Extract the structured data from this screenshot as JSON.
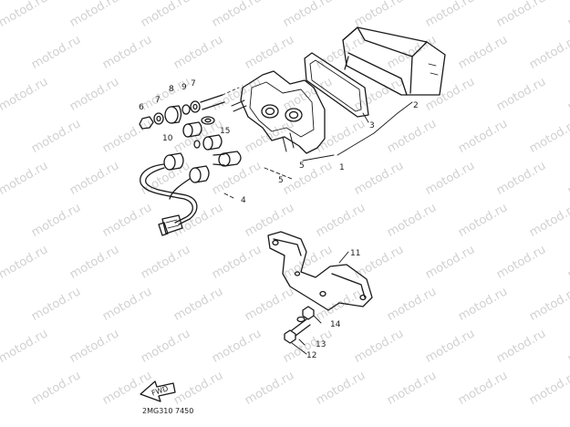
{
  "watermark": "motod.ru",
  "part_numbers": {
    "p1": "1",
    "p2": "2",
    "p3": "3",
    "p4": "4",
    "p5a": "5",
    "p5b": "5",
    "p6": "6",
    "p7a": "7",
    "p7b": "7",
    "p8": "8",
    "p9": "9",
    "p10": "10",
    "p11": "11",
    "p12": "12",
    "p13": "13",
    "p14": "14",
    "p15": "15"
  },
  "front_arrow_label": "FWD",
  "drawing_code": "2MG310 7450",
  "colors": {
    "line": "#1a1a1a",
    "watermark": "#c9c9c9"
  }
}
